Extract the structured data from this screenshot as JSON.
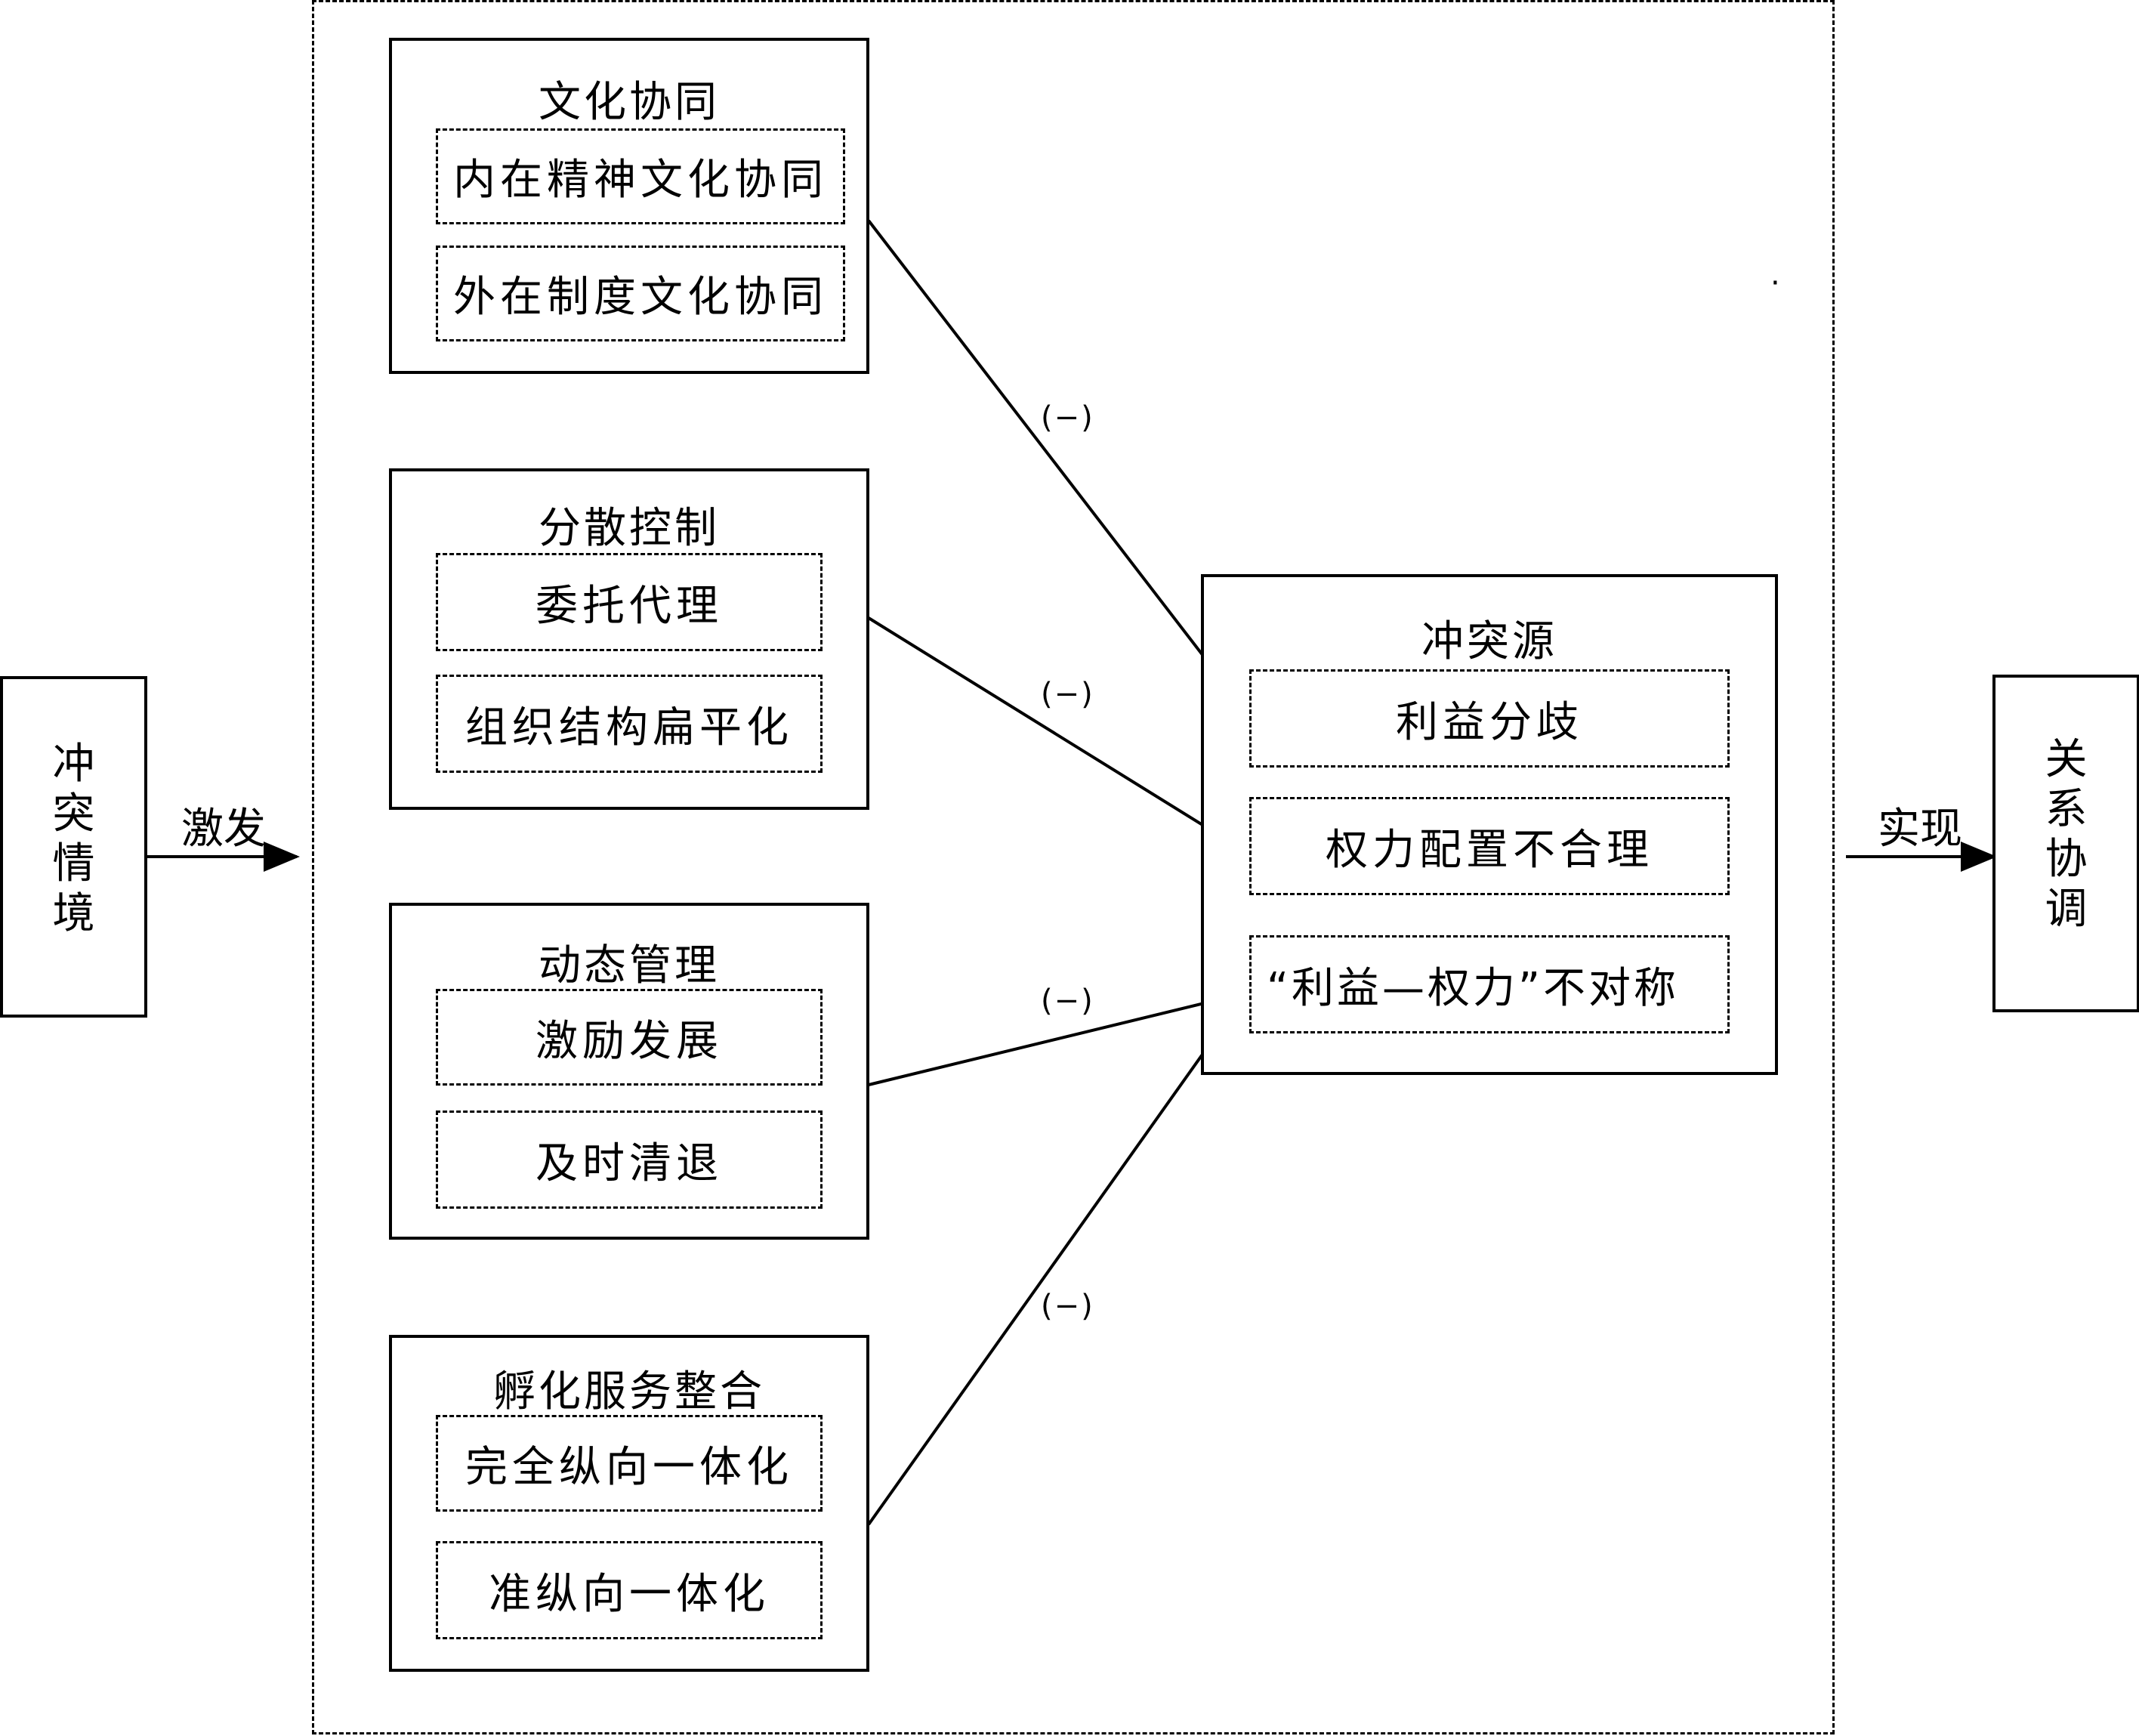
{
  "left_node": {
    "chars": [
      "冲",
      "突",
      "情",
      "境"
    ]
  },
  "right_node": {
    "chars": [
      "关",
      "系",
      "协",
      "调"
    ]
  },
  "edge_left_label": "激发",
  "edge_right_label": "实现",
  "groups": [
    {
      "title": "文化协同",
      "items": [
        "内在精神文化协同",
        "外在制度文化协同"
      ]
    },
    {
      "title": "分散控制",
      "items": [
        "委托代理",
        "组织结构扁平化"
      ]
    },
    {
      "title": "动态管理",
      "items": [
        "激励发展",
        "及时清退"
      ]
    },
    {
      "title": "孵化服务整合",
      "items": [
        "完全纵向一体化",
        "准纵向一体化"
      ]
    }
  ],
  "target": {
    "title": "冲突源",
    "items": [
      "利益分歧",
      "权力配置不合理",
      "“利益—权力”不对称"
    ]
  },
  "effect_signs": [
    "(−)",
    "(−)",
    "(−)",
    "(−)"
  ],
  "stray_mark": "·"
}
